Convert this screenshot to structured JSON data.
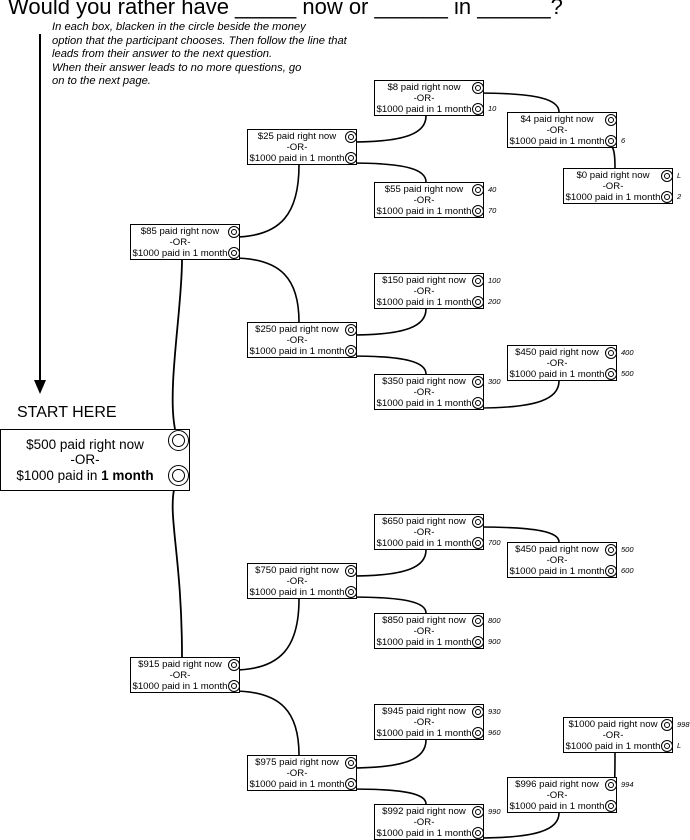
{
  "title": "Would you rather have _____ now or ______ in ______?",
  "instructions": [
    "In each box, blacken in the circle beside the money",
    "option that the participant chooses.  Then follow the line that",
    "leads from their answer to the next question.",
    "When their answer leads to no more questions, go",
    "on to the next page."
  ],
  "start_label": "START HERE",
  "or_text": "-OR-",
  "start_box": {
    "now": "$500 paid right now",
    "later_prefix": "$1000 paid in ",
    "later_bold": "1 month"
  },
  "nodes": [
    {
      "id": "n8",
      "now": "$8 paid right now",
      "later": "$1000 paid in 1 month",
      "code_now": "",
      "code_later": "10"
    },
    {
      "id": "n4",
      "now": "$4 paid right now",
      "later": "$1000 paid in 1 month",
      "code_now": "",
      "code_later": "6"
    },
    {
      "id": "n0",
      "now": "$0 paid right now",
      "later": "$1000 paid in 1 month",
      "code_now": "L",
      "code_later": "2"
    },
    {
      "id": "n25",
      "now": "$25 paid right now",
      "later": "$1000 paid in 1 month",
      "code_now": "",
      "code_later": ""
    },
    {
      "id": "n55",
      "now": "$55 paid right now",
      "later": "$1000 paid in 1 month",
      "code_now": "40",
      "code_later": "70"
    },
    {
      "id": "n85",
      "now": "$85 paid right now",
      "later": "$1000 paid in 1 month",
      "code_now": "",
      "code_later": ""
    },
    {
      "id": "n150",
      "now": "$150 paid right now",
      "later": "$1000 paid in 1 month",
      "code_now": "100",
      "code_later": "200"
    },
    {
      "id": "n250",
      "now": "$250 paid right now",
      "later": "$1000 paid in 1 month",
      "code_now": "",
      "code_later": ""
    },
    {
      "id": "n450a",
      "now": "$450 paid right now",
      "later": "$1000 paid in 1 month",
      "code_now": "400",
      "code_later": "500"
    },
    {
      "id": "n350",
      "now": "$350 paid right now",
      "later": "$1000 paid in 1 month",
      "code_now": "300",
      "code_later": ""
    },
    {
      "id": "n650",
      "now": "$650 paid right now",
      "later": "$1000 paid in 1 month",
      "code_now": "",
      "code_later": "700"
    },
    {
      "id": "n450b",
      "now": "$450 paid right now",
      "later": "$1000 paid in 1 month",
      "code_now": "500",
      "code_later": "600"
    },
    {
      "id": "n750",
      "now": "$750 paid right now",
      "later": "$1000 paid in 1 month",
      "code_now": "",
      "code_later": ""
    },
    {
      "id": "n850",
      "now": "$850 paid right now",
      "later": "$1000 paid in 1 month",
      "code_now": "800",
      "code_later": "900"
    },
    {
      "id": "n915",
      "now": "$915 paid right now",
      "later": "$1000 paid in 1 month",
      "code_now": "",
      "code_later": ""
    },
    {
      "id": "n945",
      "now": "$945 paid right now",
      "later": "$1000 paid in 1 month",
      "code_now": "930",
      "code_later": "960"
    },
    {
      "id": "n1000",
      "now": "$1000 paid right now",
      "later": "$1000 paid in 1 month",
      "code_now": "998",
      "code_later": "L"
    },
    {
      "id": "n975",
      "now": "$975 paid right now",
      "later": "$1000 paid in 1 month",
      "code_now": "",
      "code_later": ""
    },
    {
      "id": "n996",
      "now": "$996 paid right now",
      "later": "$1000 paid in 1 month",
      "code_now": "994",
      "code_later": ""
    },
    {
      "id": "n992",
      "now": "$992 paid right now",
      "later": "$1000 paid in 1 month",
      "code_now": "990",
      "code_later": ""
    }
  ],
  "links": [
    {
      "from": "start",
      "option": "now",
      "to": "n85"
    },
    {
      "from": "start",
      "option": "later",
      "to": "n915"
    },
    {
      "from": "n85",
      "option": "now",
      "to": "n25"
    },
    {
      "from": "n85",
      "option": "later",
      "to": "n250"
    },
    {
      "from": "n25",
      "option": "now",
      "to": "n8"
    },
    {
      "from": "n25",
      "option": "later",
      "to": "n55"
    },
    {
      "from": "n8",
      "option": "now",
      "to": "n4"
    },
    {
      "from": "n4",
      "option": "later",
      "to": "n0"
    },
    {
      "from": "n250",
      "option": "now",
      "to": "n150"
    },
    {
      "from": "n250",
      "option": "later",
      "to": "n350"
    },
    {
      "from": "n350",
      "option": "later",
      "to": "n450a"
    },
    {
      "from": "n915",
      "option": "now",
      "to": "n750"
    },
    {
      "from": "n915",
      "option": "later",
      "to": "n975"
    },
    {
      "from": "n750",
      "option": "now",
      "to": "n650"
    },
    {
      "from": "n750",
      "option": "later",
      "to": "n850"
    },
    {
      "from": "n650",
      "option": "now",
      "to": "n450b"
    },
    {
      "from": "n975",
      "option": "now",
      "to": "n945"
    },
    {
      "from": "n975",
      "option": "later",
      "to": "n992"
    },
    {
      "from": "n992",
      "option": "later",
      "to": "n996"
    },
    {
      "from": "n996",
      "option": "later",
      "to": "n1000"
    }
  ]
}
